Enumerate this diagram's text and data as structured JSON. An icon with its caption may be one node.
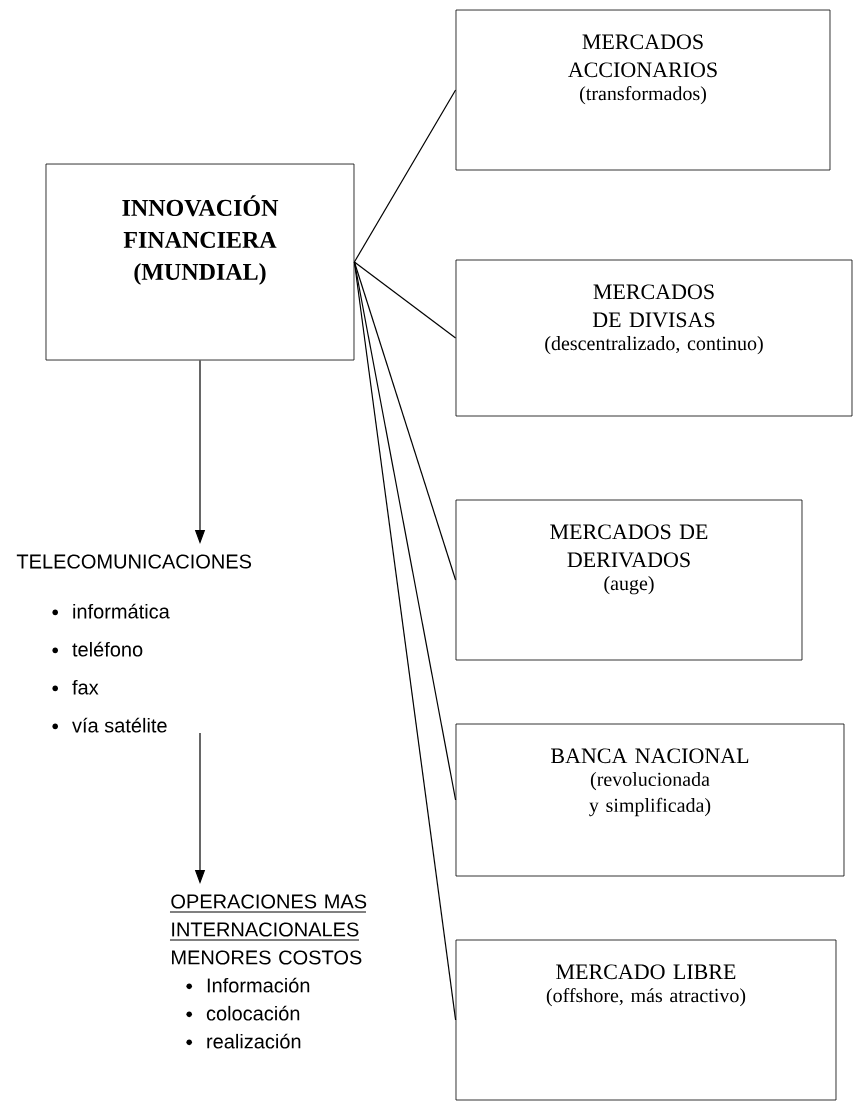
{
  "diagram": {
    "nodes": [
      {
        "text": [
          "INNOVACIÓN FINANCIERA (MUNDIAL)"
        ]
      },
      {
        "text": [
          "MERCADOS ACCIONARIOS",
          "(transformados)"
        ]
      },
      {
        "text": [
          "MERCADOS DE DIVISAS",
          "(descentralizado, continuo)"
        ]
      },
      {
        "text": [
          "MERCADOS DE DERIVADOS",
          "(auge)"
        ]
      },
      {
        "text": [
          "BANCA NACIONAL",
          "(revolucionada y simplificada)"
        ]
      },
      {
        "text": [
          "MERCADO LIBRE",
          "(offshore, más atractivo)"
        ]
      },
      {
        "text": [
          "TELECOMUNICACIONES",
          "informática",
          "teléfono",
          "fax",
          "vía satélite"
        ]
      },
      {
        "text": [
          "OPERACIONES MAS INTERNACIONALES",
          "MENORES COSTOS",
          "Información",
          "colocación",
          "realización"
        ]
      }
    ],
    "edges": [
      {
        "from": 0,
        "to": 1,
        "arrow": "none"
      },
      {
        "from": 0,
        "to": 2,
        "arrow": "none"
      },
      {
        "from": 0,
        "to": 3,
        "arrow": "none"
      },
      {
        "from": 0,
        "to": 4,
        "arrow": "none"
      },
      {
        "from": 0,
        "to": 5,
        "arrow": "none"
      },
      {
        "from": 0,
        "to": 6,
        "arrow": "to"
      },
      {
        "from": 6,
        "to": 7,
        "arrow": "to"
      }
    ]
  }
}
